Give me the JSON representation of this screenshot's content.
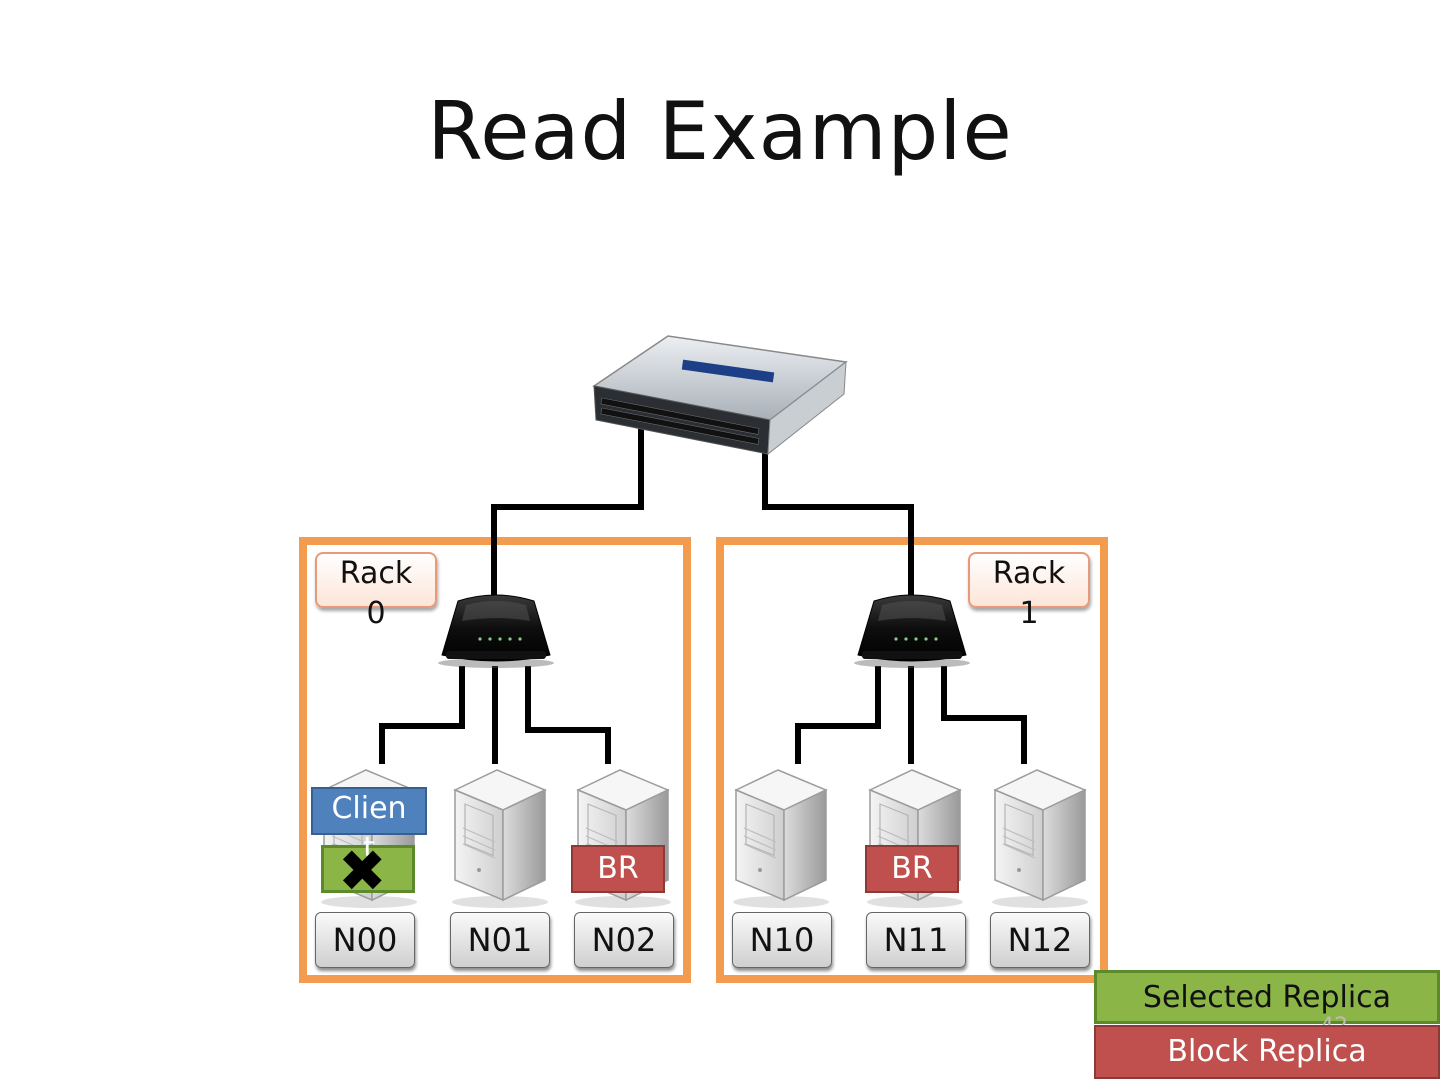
{
  "title": "Read Example",
  "racks": [
    {
      "label": "Rack\n0"
    },
    {
      "label": "Rack\n1"
    }
  ],
  "nodes": [
    "N00",
    "N01",
    "N02",
    "N10",
    "N11",
    "N12"
  ],
  "client_label": "Clien\nt",
  "block_replica_short": "BR",
  "legend": {
    "selected": "Selected Replica",
    "block": "Block Replica"
  },
  "page_number": "42",
  "colors": {
    "rack_border": "#f39b4f",
    "selected_replica": "#8bb546",
    "block_replica": "#c0504d",
    "client": "#4f81bd"
  },
  "icons": {
    "core": "network-switch-icon",
    "rack_switch": "router-icon",
    "node": "server-tower-icon",
    "failure": "x-mark-icon"
  }
}
